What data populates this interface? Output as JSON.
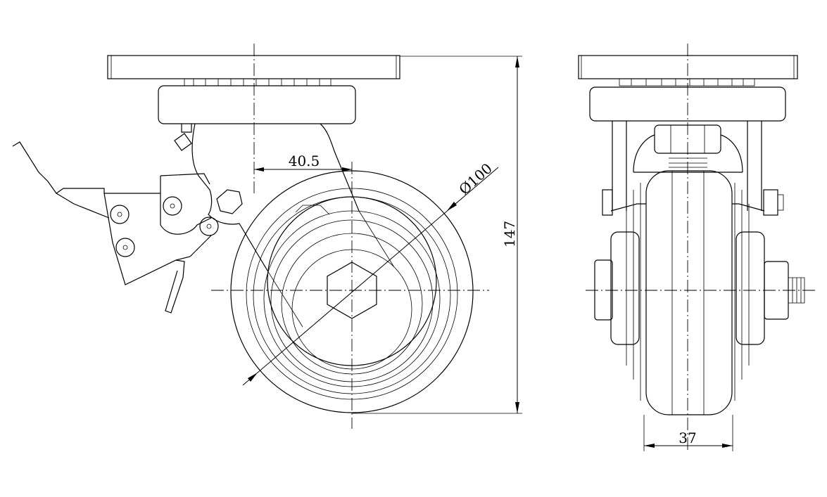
{
  "drawing": {
    "title": "Swivel caster with brake - side and front views",
    "dimensions": {
      "offset": "40.5",
      "wheel_diameter": "Ø100",
      "overall_height": "147",
      "wheel_width": "37"
    }
  }
}
